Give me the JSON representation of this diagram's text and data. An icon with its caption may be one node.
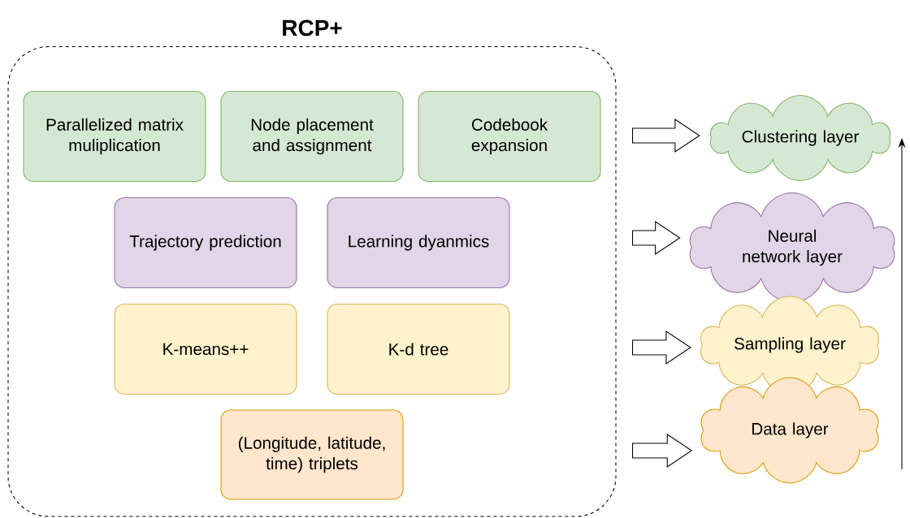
{
  "diagram": {
    "nodes": [
      {
        "text": [
          "RCP+"
        ]
      },
      {
        "text": [
          "Parallelized matrix muliplication"
        ],
        "in": 0
      },
      {
        "text": [
          "Node placement and assignment"
        ],
        "in": 0
      },
      {
        "text": [
          "Codebook expansion"
        ],
        "in": 0
      },
      {
        "text": [
          "Trajectory prediction"
        ],
        "in": 0
      },
      {
        "text": [
          "Learning dyanmics"
        ],
        "in": 0
      },
      {
        "text": [
          "K-means++"
        ],
        "in": 0
      },
      {
        "text": [
          "K-d tree"
        ],
        "in": 0
      },
      {
        "text": [
          "(Longitude, latitude, time) triplets"
        ],
        "in": 0
      },
      {
        "text": [
          "Clustering layer"
        ]
      },
      {
        "text": [
          "Neural network layer"
        ]
      },
      {
        "text": [
          "Sampling layer"
        ]
      },
      {
        "text": [
          "Data layer"
        ]
      }
    ],
    "edges": [
      {
        "from": 0,
        "to": 9,
        "arrow": "to"
      },
      {
        "from": 0,
        "to": 10,
        "arrow": "to"
      },
      {
        "from": 0,
        "to": 11,
        "arrow": "to"
      },
      {
        "from": 0,
        "to": 12,
        "arrow": "to"
      }
    ]
  }
}
